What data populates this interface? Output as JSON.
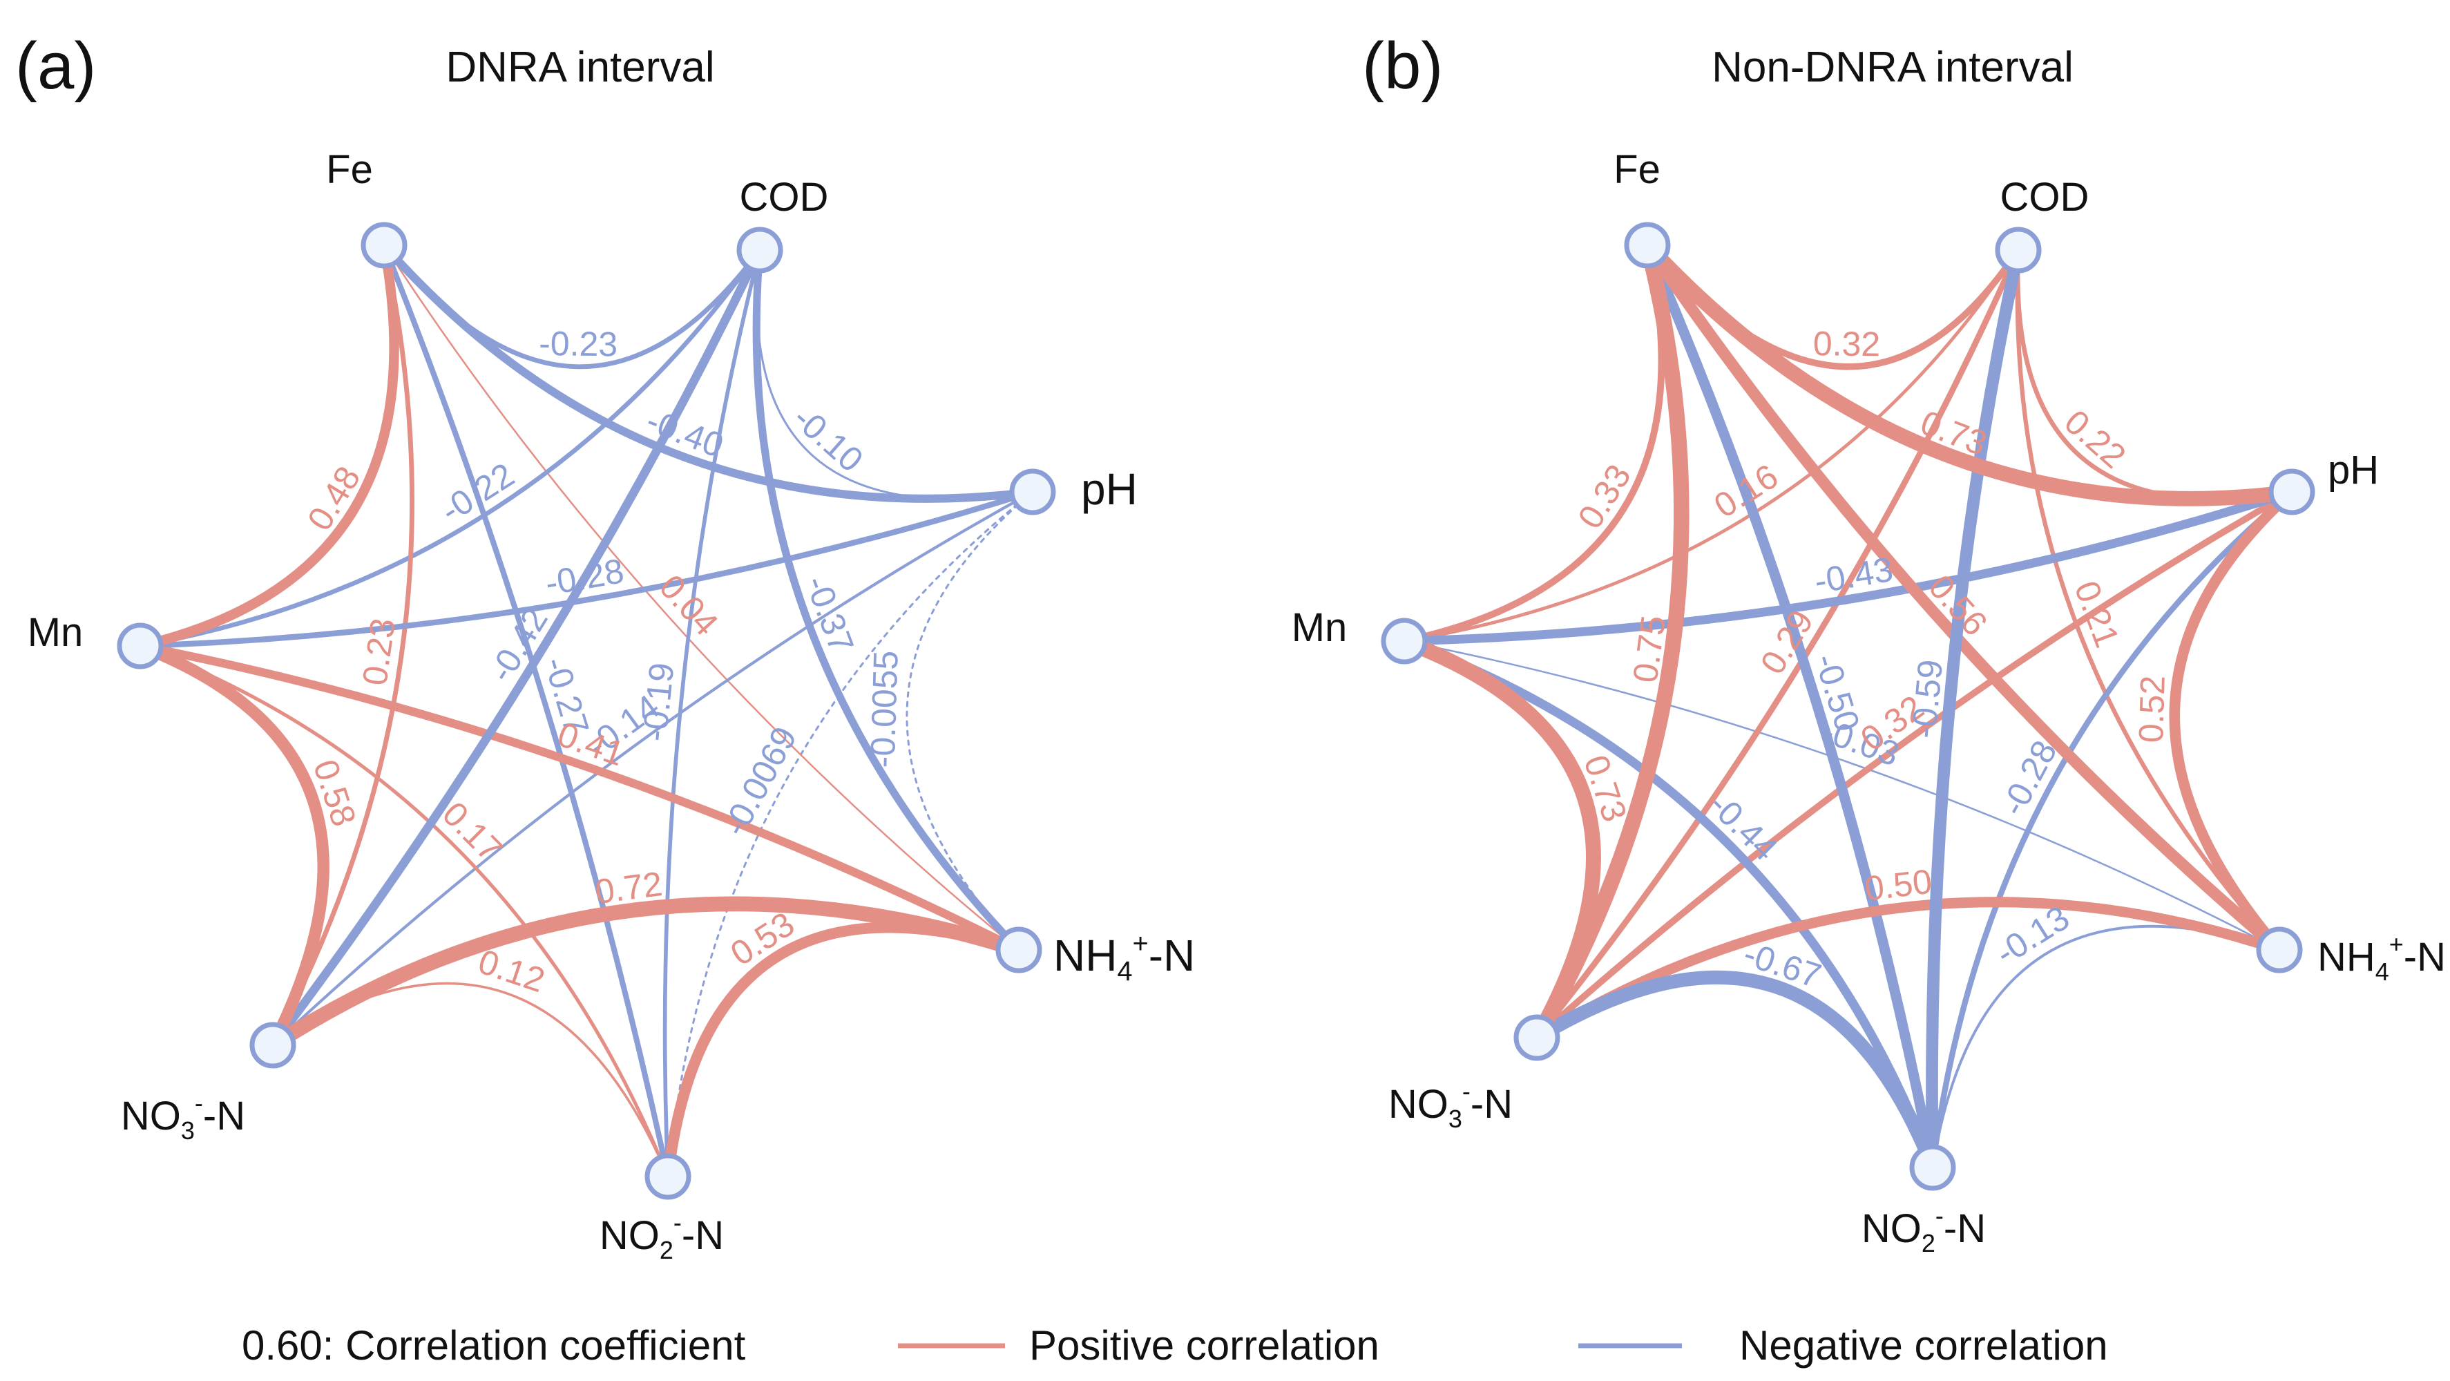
{
  "colors": {
    "positive": "#e48f85",
    "negative": "#8b9fd6",
    "node_fill": "#eef4fc",
    "node_stroke": "#8b9fd6"
  },
  "panels": [
    {
      "letter": "(a)",
      "title": "DNRA interval",
      "nodes": [
        "Fe",
        "COD",
        "pH",
        "NH4+-N",
        "NO2--N",
        "NO3--N",
        "Mn"
      ],
      "edges": [
        {
          "from": "Fe",
          "to": "COD",
          "r": -0.23,
          "label": "-0.23"
        },
        {
          "from": "Fe",
          "to": "Mn",
          "r": 0.48,
          "label": "0.48"
        },
        {
          "from": "Fe",
          "to": "NO3--N",
          "r": 0.23,
          "label": "0.23"
        },
        {
          "from": "Fe",
          "to": "pH",
          "r": -0.4,
          "label": "-0.40"
        },
        {
          "from": "Fe",
          "to": "NH4+-N",
          "r": 0.04,
          "label": "0.04"
        },
        {
          "from": "Fe",
          "to": "NO2--N",
          "r": -0.27,
          "label": "-0.27"
        },
        {
          "from": "COD",
          "to": "Mn",
          "r": -0.22,
          "label": "-0.22"
        },
        {
          "from": "COD",
          "to": "NO3--N",
          "r": -0.42,
          "label": "-0.42"
        },
        {
          "from": "COD",
          "to": "NO2--N",
          "r": -0.19,
          "label": "-0.19"
        },
        {
          "from": "COD",
          "to": "NH4+-N",
          "r": -0.37,
          "label": "-0.37"
        },
        {
          "from": "COD",
          "to": "pH",
          "r": -0.1,
          "label": "-0.10"
        },
        {
          "from": "Mn",
          "to": "pH",
          "r": -0.28,
          "label": "-0.28"
        },
        {
          "from": "pH",
          "to": "NO3--N",
          "r": -0.14,
          "label": "-0.14"
        },
        {
          "from": "pH",
          "to": "NO2--N",
          "r": -0.0069,
          "label": "-0.0069"
        },
        {
          "from": "pH",
          "to": "NH4+-N",
          "r": -0.0055,
          "label": "-0.0055"
        },
        {
          "from": "Mn",
          "to": "NO3--N",
          "r": 0.58,
          "label": "0.58"
        },
        {
          "from": "Mn",
          "to": "NH4+-N",
          "r": 0.41,
          "label": "0.41"
        },
        {
          "from": "Mn",
          "to": "NO2--N",
          "r": 0.17,
          "label": "0.17"
        },
        {
          "from": "NO3--N",
          "to": "NH4+-N",
          "r": 0.72,
          "label": "0.72"
        },
        {
          "from": "NO3--N",
          "to": "NO2--N",
          "r": 0.12,
          "label": "0.12"
        },
        {
          "from": "NH4+-N",
          "to": "NO2--N",
          "r": 0.53,
          "label": "0.53"
        }
      ]
    },
    {
      "letter": "(b)",
      "title": "Non-DNRA interval",
      "nodes": [
        "Fe",
        "COD",
        "pH",
        "NH4+-N",
        "NO2--N",
        "NO3--N",
        "Mn"
      ],
      "edges": [
        {
          "from": "Fe",
          "to": "COD",
          "r": 0.32,
          "label": "0.32"
        },
        {
          "from": "Fe",
          "to": "Mn",
          "r": 0.33,
          "label": "0.33"
        },
        {
          "from": "Fe",
          "to": "NO3--N",
          "r": 0.75,
          "label": "0.75"
        },
        {
          "from": "Fe",
          "to": "pH",
          "r": 0.73,
          "label": "0.73"
        },
        {
          "from": "Fe",
          "to": "NH4+-N",
          "r": 0.56,
          "label": "0.56"
        },
        {
          "from": "Fe",
          "to": "NO2--N",
          "r": -0.5,
          "label": "-0.50"
        },
        {
          "from": "COD",
          "to": "Mn",
          "r": 0.16,
          "label": "0.16"
        },
        {
          "from": "COD",
          "to": "pH",
          "r": 0.22,
          "label": "0.22"
        },
        {
          "from": "COD",
          "to": "NO3--N",
          "r": 0.29,
          "label": "0.29"
        },
        {
          "from": "COD",
          "to": "NO2--N",
          "r": -0.59,
          "label": "-0.59"
        },
        {
          "from": "COD",
          "to": "NH4+-N",
          "r": 0.21,
          "label": "0.21"
        },
        {
          "from": "Mn",
          "to": "pH",
          "r": -0.43,
          "label": "-0.43"
        },
        {
          "from": "pH",
          "to": "NO3--N",
          "r": 0.32,
          "label": "0.32"
        },
        {
          "from": "pH",
          "to": "NO2--N",
          "r": -0.28,
          "label": "-0.28"
        },
        {
          "from": "pH",
          "to": "NH4+-N",
          "r": 0.52,
          "label": "0.52"
        },
        {
          "from": "Mn",
          "to": "NO3--N",
          "r": 0.73,
          "label": "0.73"
        },
        {
          "from": "Mn",
          "to": "NH4+-N",
          "r": -0.03,
          "label": "-0.03"
        },
        {
          "from": "Mn",
          "to": "NO2--N",
          "r": -0.44,
          "label": "-0.44"
        },
        {
          "from": "NO3--N",
          "to": "NH4+-N",
          "r": 0.5,
          "label": "0.50"
        },
        {
          "from": "NO3--N",
          "to": "NO2--N",
          "r": -0.67,
          "label": "-0.67"
        },
        {
          "from": "NH4+-N",
          "to": "NO2--N",
          "r": -0.13,
          "label": "-0.13"
        }
      ]
    }
  ],
  "legend": {
    "coef_text": "0.60: Correlation coefficient",
    "positive_text": "Positive correlation",
    "negative_text": "Negative correlation"
  }
}
